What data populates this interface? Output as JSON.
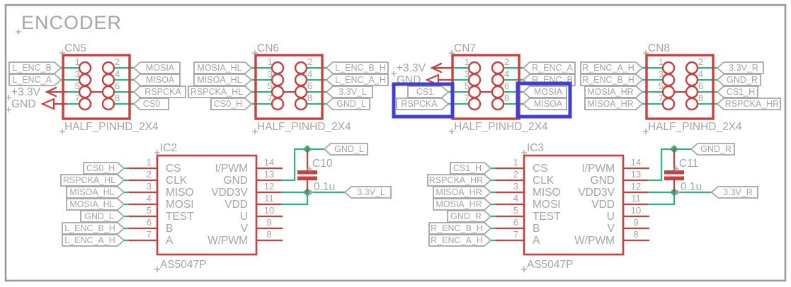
{
  "title": "ENCODER",
  "pin_numbers": [
    "1",
    "2",
    "3",
    "4",
    "5",
    "6",
    "7",
    "8"
  ],
  "colors": {
    "component_red": "#c94040",
    "net_green": "#2fb383",
    "symbol_gray": "#a5a5a5",
    "highlight_blue": "#4040cc",
    "background": "#ffffff"
  },
  "connectors": [
    {
      "name": "CN5",
      "value": "HALF_PINHD_2X4",
      "left": [
        {
          "label": "L_ENC_B"
        },
        {
          "label": "L_ENC_A"
        },
        {
          "label": "+3.3V"
        },
        {
          "label": "GND"
        }
      ],
      "right": [
        {
          "label": "MOSIA"
        },
        {
          "label": "MISOA"
        },
        {
          "label": "RSPCKA"
        },
        {
          "label": "CS0"
        }
      ]
    },
    {
      "name": "CN6",
      "value": "HALF_PINHD_2X4",
      "left": [
        {
          "label": "MOSIA_HL"
        },
        {
          "label": "MISOA_HL"
        },
        {
          "label": "RSPCKA_HL"
        },
        {
          "label": "CS0_H"
        }
      ],
      "right": [
        {
          "label": "L_ENC_B_H"
        },
        {
          "label": "L_ENC_A_H"
        },
        {
          "label": "3.3V_L"
        },
        {
          "label": "GND_L"
        }
      ]
    },
    {
      "name": "CN7",
      "value": "HALF_PINHD_2X4",
      "left": [
        {
          "label": "+3.3V"
        },
        {
          "label": "GND"
        },
        {
          "label": "CS1",
          "highlighted": true
        },
        {
          "label": "RSPCKA",
          "highlighted": true
        }
      ],
      "right": [
        {
          "label": "R_ENC_A"
        },
        {
          "label": "R_ENC_B"
        },
        {
          "label": "MOSIA",
          "highlighted": true
        },
        {
          "label": "MISOA",
          "highlighted": true
        }
      ]
    },
    {
      "name": "CN8",
      "value": "HALF_PINHD_2X4",
      "left": [
        {
          "label": "R_ENC_A_H"
        },
        {
          "label": "R_ENC_B_H"
        },
        {
          "label": "MOSIA_HR"
        },
        {
          "label": "MISOA_HR"
        }
      ],
      "right": [
        {
          "label": "3.3V_R"
        },
        {
          "label": "GND_R"
        },
        {
          "label": "CS1_H"
        },
        {
          "label": "RSPCKA_HR"
        }
      ]
    }
  ],
  "ics": [
    {
      "name": "IC2",
      "value": "AS5047P",
      "left_pins": [
        {
          "num": "1",
          "name": "CS",
          "net": "CS0_H"
        },
        {
          "num": "2",
          "name": "CLK",
          "net": "RSPCKA_HL"
        },
        {
          "num": "3",
          "name": "MISO",
          "net": "MISOA_HL"
        },
        {
          "num": "4",
          "name": "MOSI",
          "net": "MOSIA_HL"
        },
        {
          "num": "5",
          "name": "TEST",
          "net": "GND_L"
        },
        {
          "num": "6",
          "name": "B",
          "net": "L_ENC_B_H"
        },
        {
          "num": "7",
          "name": "A",
          "net": "L_ENC_A_H"
        }
      ],
      "right_pins": [
        {
          "num": "14",
          "name": "I/PWM"
        },
        {
          "num": "13",
          "name": "GND"
        },
        {
          "num": "12",
          "name": "VDD3V"
        },
        {
          "num": "11",
          "name": "VDD"
        },
        {
          "num": "10",
          "name": "U"
        },
        {
          "num": "9",
          "name": "V"
        },
        {
          "num": "8",
          "name": "W/PWM"
        }
      ],
      "capacitor": {
        "name": "C10",
        "value": "0.1u"
      },
      "gnd_net": "GND_L",
      "vcc_net": "3.3V_L"
    },
    {
      "name": "IC3",
      "value": "AS5047P",
      "left_pins": [
        {
          "num": "1",
          "name": "CS",
          "net": "CS1_H"
        },
        {
          "num": "2",
          "name": "CLK",
          "net": "RSPCKA_HR"
        },
        {
          "num": "3",
          "name": "MISO",
          "net": "MISOA_HR"
        },
        {
          "num": "4",
          "name": "MOSI",
          "net": "MOSIA_HR"
        },
        {
          "num": "5",
          "name": "TEST",
          "net": "GND_R"
        },
        {
          "num": "6",
          "name": "B",
          "net": "R_ENC_B_H"
        },
        {
          "num": "7",
          "name": "A",
          "net": "R_ENC_A_H"
        }
      ],
      "right_pins": [
        {
          "num": "14",
          "name": "I/PWM"
        },
        {
          "num": "13",
          "name": "GND"
        },
        {
          "num": "12",
          "name": "VDD3V"
        },
        {
          "num": "11",
          "name": "VDD"
        },
        {
          "num": "10",
          "name": "U"
        },
        {
          "num": "9",
          "name": "V"
        },
        {
          "num": "8",
          "name": "W/PWM"
        }
      ],
      "capacitor": {
        "name": "C11",
        "value": "0.1u"
      },
      "gnd_net": "GND_R",
      "vcc_net": "3.3V_R"
    }
  ]
}
